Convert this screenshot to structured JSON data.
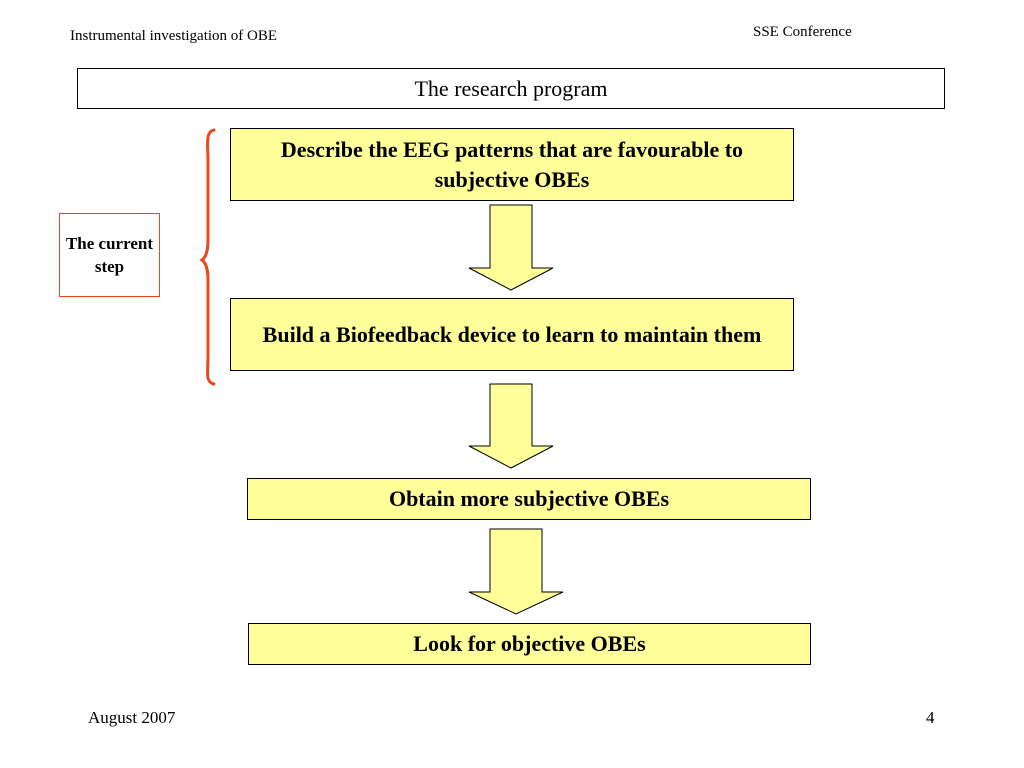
{
  "header": {
    "left": "Instrumental investigation of OBE",
    "right": "SSE Conference"
  },
  "title": "The research program",
  "current_step_label": "The current step",
  "steps": [
    {
      "label": "Describe the EEG patterns that are favourable to subjective OBEs"
    },
    {
      "label": "Build a Biofeedback device to learn to maintain them"
    },
    {
      "label": "Obtain more subjective OBEs"
    },
    {
      "label": "Look for objective OBEs"
    }
  ],
  "footer": {
    "date": "August 2007",
    "page_number": "4"
  },
  "colors": {
    "box_fill": "#ffff99",
    "brace": "#e84a1c",
    "current_border": "#e84a1c"
  }
}
